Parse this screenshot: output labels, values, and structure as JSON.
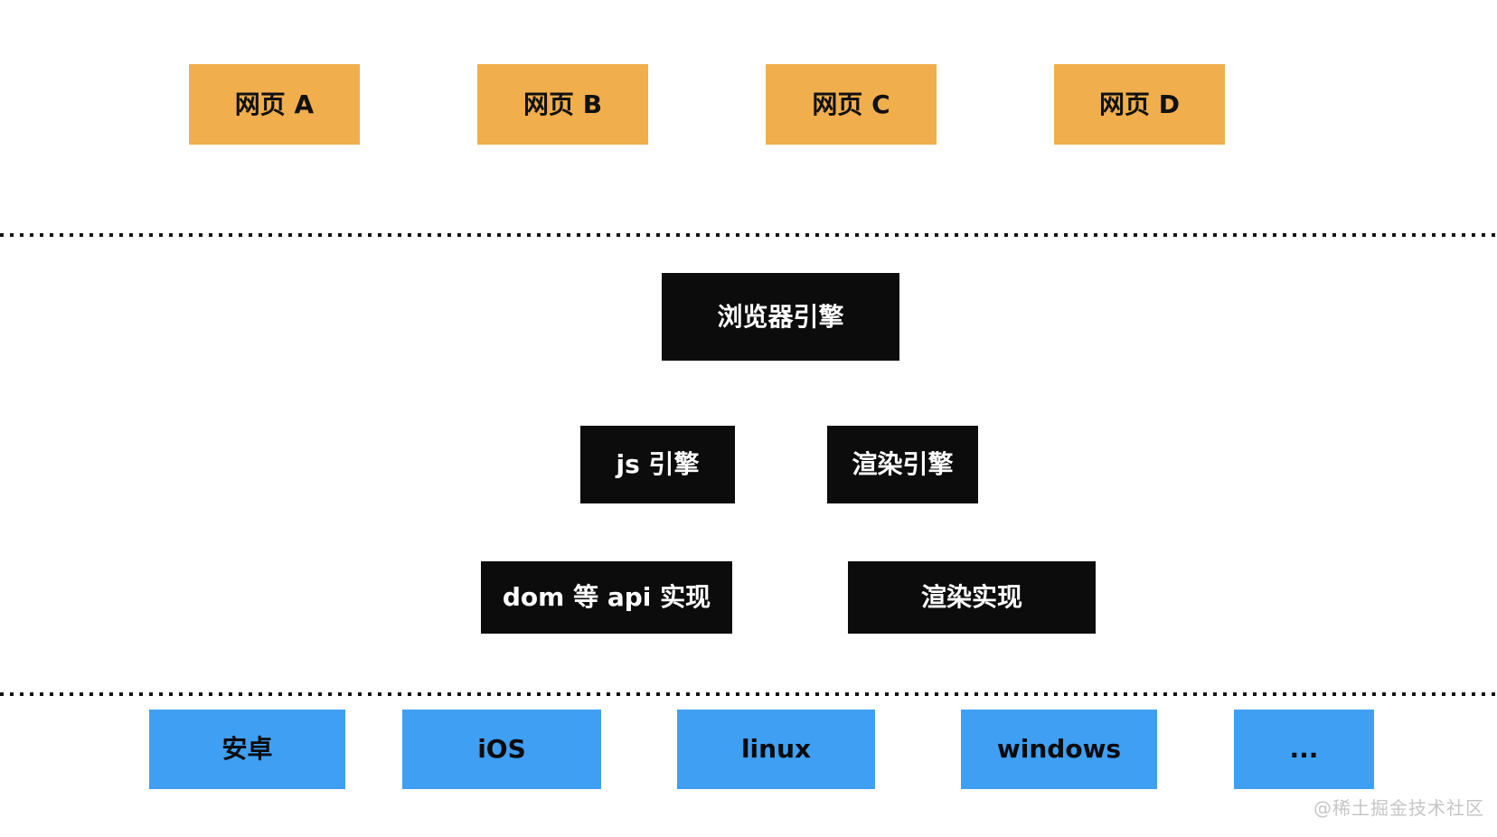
{
  "diagram": {
    "web_pages": [
      {
        "label": "网页 A"
      },
      {
        "label": "网页 B"
      },
      {
        "label": "网页 C"
      },
      {
        "label": "网页 D"
      }
    ],
    "browser_engine": {
      "label": "浏览器引擎"
    },
    "sub_engines": [
      {
        "label": "js 引擎"
      },
      {
        "label": "渲染引擎"
      }
    ],
    "implementations": [
      {
        "label": "dom 等 api 实现"
      },
      {
        "label": "渲染实现"
      }
    ],
    "platforms": [
      {
        "label": "安卓"
      },
      {
        "label": "iOS"
      },
      {
        "label": "linux"
      },
      {
        "label": "windows"
      },
      {
        "label": "..."
      }
    ],
    "watermark": "@稀土掘金技术社区"
  },
  "colors": {
    "background": "#FFFFFF",
    "webpage-box": "#F0AE4C",
    "engine-box": "#0C0C0C",
    "platform-box": "#3F9FF2",
    "dotted-line": "#141414",
    "watermark-text": "#C6C6C6"
  }
}
